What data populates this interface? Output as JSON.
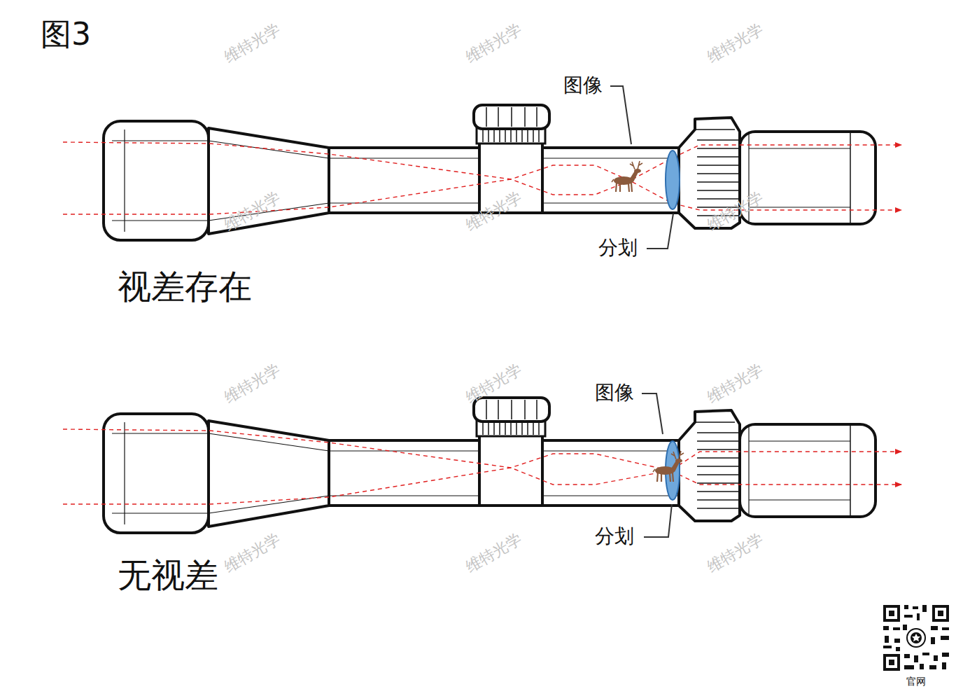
{
  "diagram": {
    "title": "图3",
    "labels": [
      "图像",
      "分划",
      "视差存在",
      "图像",
      "分划",
      "无视差",
      "官网",
      "维特光学",
      "维特光学",
      "维特光学",
      "维特光学",
      "维特光学",
      "维特光学",
      "维特光学",
      "维特光学",
      "维特光学",
      "维特光学",
      "维特光学",
      "维特光学"
    ]
  }
}
